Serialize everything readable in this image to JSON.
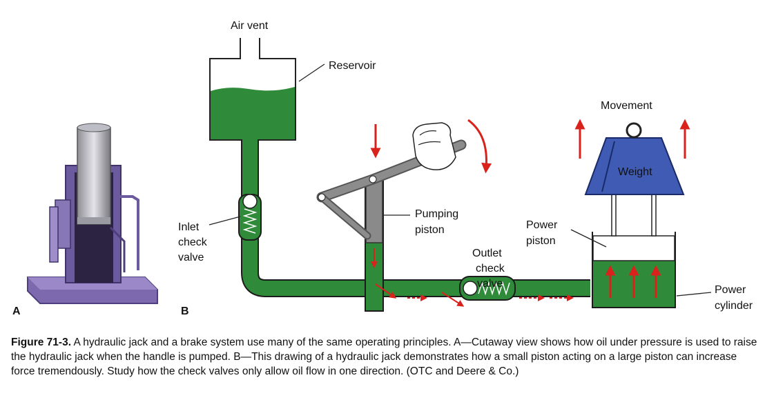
{
  "labels": {
    "air_vent": "Air vent",
    "reservoir": "Reservoir",
    "movement": "Movement",
    "weight": "Weight",
    "inlet_check_valve": [
      "Inlet",
      "check",
      "valve"
    ],
    "pumping_piston": [
      "Pumping",
      "piston"
    ],
    "outlet_check_valve": [
      "Outlet",
      "check",
      "valve"
    ],
    "power_piston": [
      "Power",
      "piston"
    ],
    "power_cylinder": [
      "Power",
      "cylinder"
    ],
    "panel_a": "A",
    "panel_b": "B"
  },
  "caption": {
    "figure": "Figure 71-3.",
    "text": " A hydraulic jack and a brake system use many of the same operating principles. A—Cutaway view shows how oil under pressure is used to raise the hydraulic jack when the handle is pumped. B—This drawing of a hydraulic jack demonstrates how a small piston acting on a large piston can increase force tremendously. Study how the check valves only allow oil flow in one direction. (OTC and Deere & Co.)"
  },
  "colors": {
    "oil": "#2f8a3a",
    "oil_dark": "#1e5e27",
    "weight": "#3f5bb3",
    "arrow": "#d9221c",
    "handle": "#7f7f7f",
    "jack_body": "#8a78b8"
  }
}
